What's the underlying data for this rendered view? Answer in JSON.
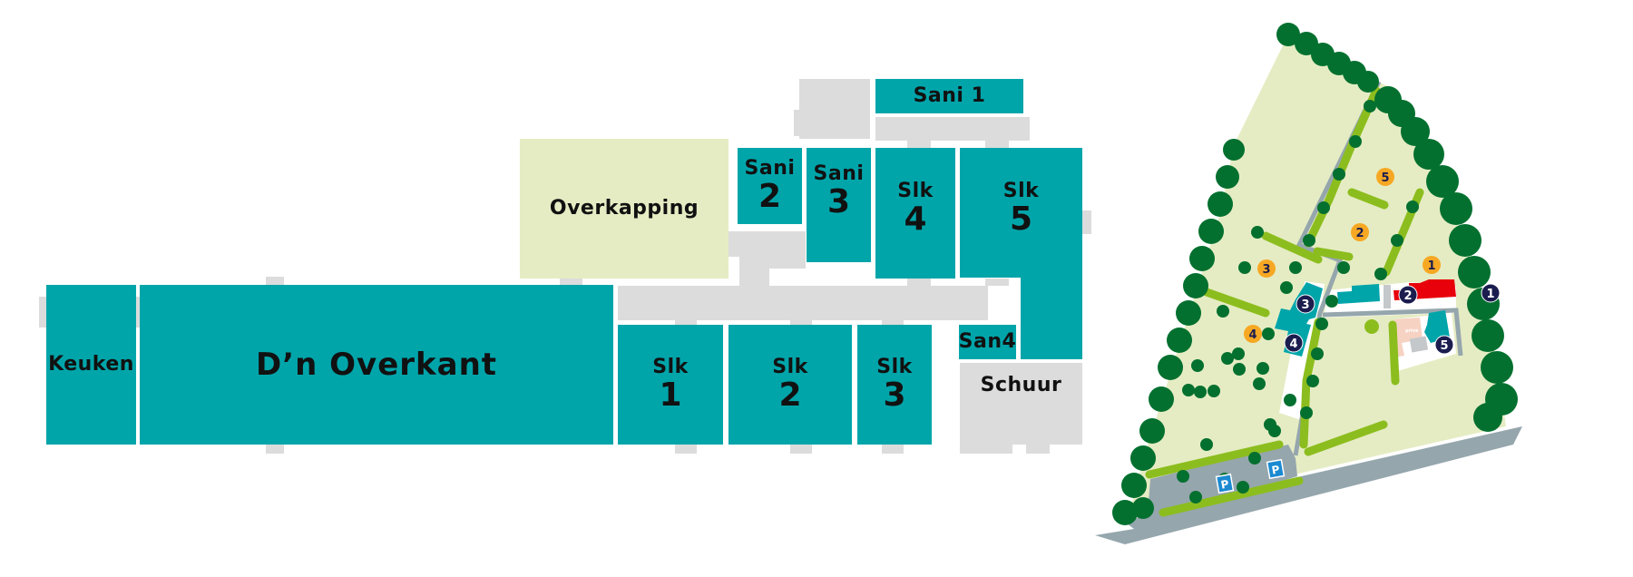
{
  "floorplan": {
    "rooms": {
      "keuken": {
        "label": "Keuken"
      },
      "overkant": {
        "label": "D’n Overkant"
      },
      "overkapping": {
        "label": "Overkapping"
      },
      "sani1": {
        "label": "Sani 1"
      },
      "sani2": {
        "line1": "Sani",
        "line2": "2"
      },
      "sani3": {
        "line1": "Sani",
        "line2": "3"
      },
      "slk4": {
        "line1": "Slk",
        "line2": "4"
      },
      "slk5": {
        "line1": "Slk",
        "line2": "5"
      },
      "slk1": {
        "line1": "Slk",
        "line2": "1"
      },
      "slk2": {
        "line1": "Slk",
        "line2": "2"
      },
      "slk3": {
        "line1": "Slk",
        "line2": "3"
      },
      "san4": {
        "label": "San4"
      },
      "schuur": {
        "label": "Schuur"
      }
    }
  },
  "sitemap": {
    "field_markers": [
      "1",
      "2",
      "3",
      "4",
      "5"
    ],
    "building_markers": [
      "1",
      "2",
      "3",
      "4",
      "5"
    ],
    "parking_label": "P",
    "private_label": "privé",
    "colors": {
      "field": "#e5ecc3",
      "trees_dark": "#03702f",
      "hedge_light": "#8cbd1e",
      "path": "#95a6ad",
      "building_teal": "#00a5aa",
      "building_main": "#e8000b",
      "field_marker": "#f7a823",
      "marker_navy": "#1b1d4f",
      "parking_blue": "#1b8ad1",
      "private_pink": "#f6d2c3"
    }
  }
}
